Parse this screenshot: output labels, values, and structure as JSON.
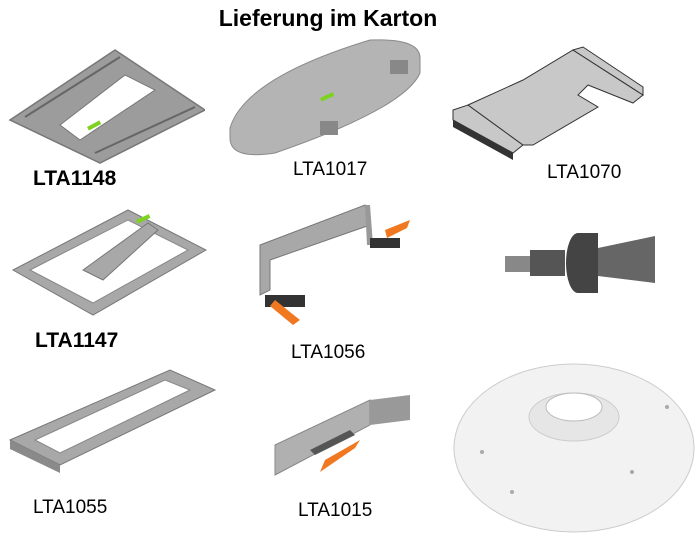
{
  "title": "Lieferung im Karton",
  "products": [
    {
      "label": "LTA1148",
      "image": "router-base-plate"
    },
    {
      "label": "LTA1017",
      "image": "curved-cover-plate"
    },
    {
      "label": "LTA1070",
      "image": "setting-gauge"
    },
    {
      "label": "LTA1147",
      "image": "frame-with-template"
    },
    {
      "label": "LTA1056",
      "image": "clamp-bracket"
    },
    {
      "label": "",
      "image": "router-bit"
    },
    {
      "label": "LTA1055",
      "image": "long-frame"
    },
    {
      "label": "LTA1015",
      "image": "angle-stop"
    },
    {
      "label": "",
      "image": "round-base-plate"
    }
  ],
  "colors": {
    "metal": "#a8a8a8",
    "accent_green": "#7ed321",
    "clamp_orange": "#f07820"
  }
}
